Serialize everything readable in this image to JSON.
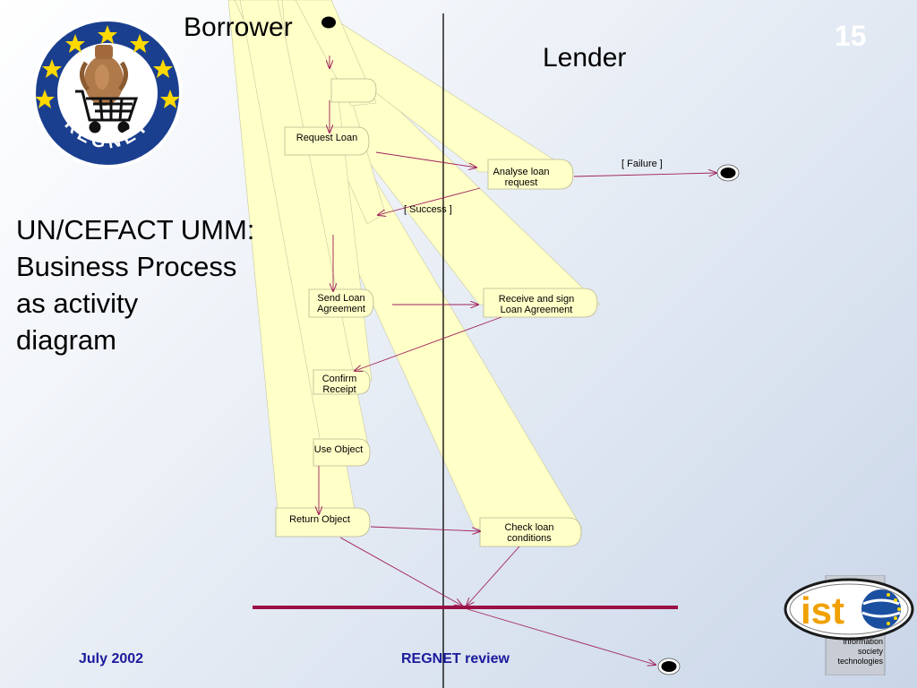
{
  "slide": {
    "number": "15",
    "footer_date": "July 2002",
    "footer_title": "REGNET review"
  },
  "heading": {
    "lines": [
      "UN/CEFACT UMM:",
      "Business Process",
      "as activity",
      "diagram"
    ]
  },
  "lanes": {
    "left": "Borrower",
    "right": "Lender"
  },
  "activities": {
    "request_loan": "Request Loan",
    "analyse_loan_request": [
      "Analyse loan",
      "request"
    ],
    "send_loan_agreement": [
      "Send Loan",
      "Agreement"
    ],
    "receive_sign_loan_agreement": [
      "Receive and sign",
      "Loan Agreement"
    ],
    "confirm_receipt": [
      "Confirm",
      "Receipt"
    ],
    "use_object": "Use Object",
    "return_object": "Return Object",
    "check_loan_conditions": [
      "Check loan",
      "conditions"
    ]
  },
  "guards": {
    "failure": "[ Failure ]",
    "success": "[ Success ]"
  },
  "logos": {
    "left_ring_text": "REGNET",
    "ist_wordmark": "ist",
    "ist_caption": [
      "information",
      "society",
      "technologies"
    ]
  },
  "colors": {
    "activity_fill": "#ffffc8",
    "flow": "#a0205a",
    "sync_bar": "#9b0f45",
    "slide_number": "#ffffff",
    "footer": "#1a1a9c",
    "logo_blue": "#1b3f8f",
    "star": "#ffd800"
  }
}
